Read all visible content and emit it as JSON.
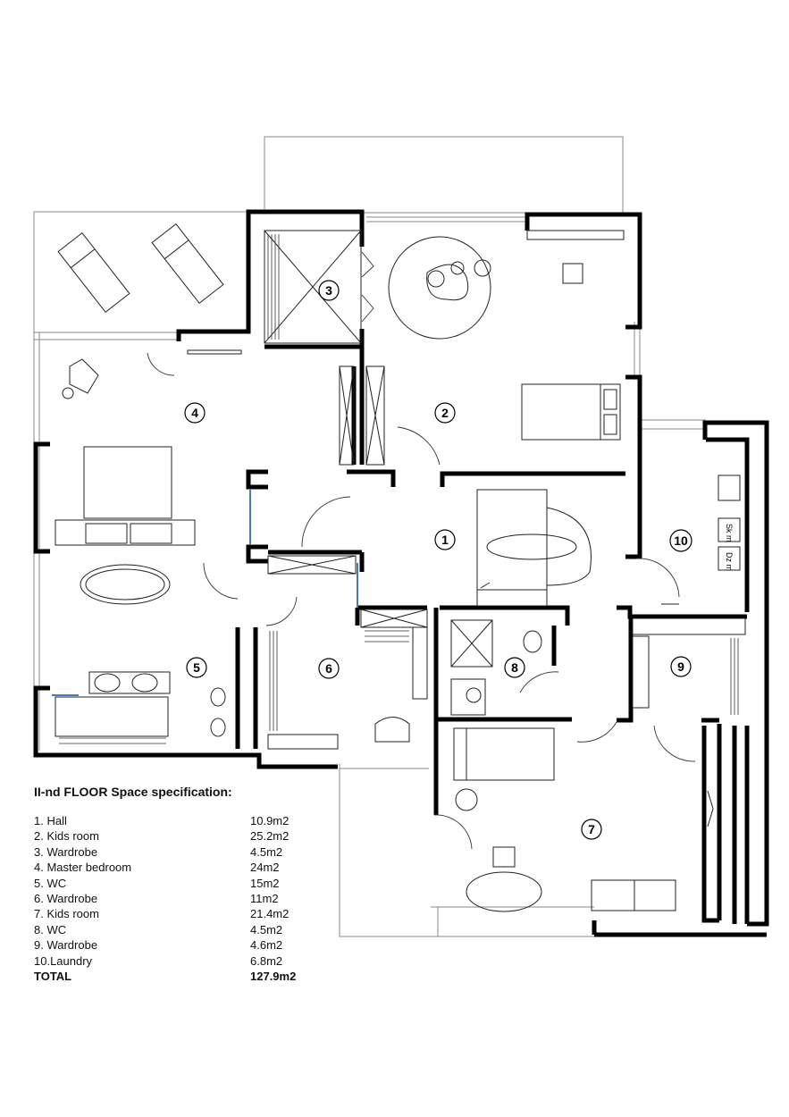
{
  "rooms": [
    {
      "num": "1"
    },
    {
      "num": "2"
    },
    {
      "num": "3"
    },
    {
      "num": "4"
    },
    {
      "num": "5"
    },
    {
      "num": "6"
    },
    {
      "num": "7"
    },
    {
      "num": "8"
    },
    {
      "num": "9"
    },
    {
      "num": "10"
    }
  ],
  "fixture_labels": {
    "sk": "Sk m",
    "dz": "Dz m"
  },
  "spec": {
    "title": "II-nd FLOOR Space specification:",
    "items": [
      {
        "name": "1.  Hall",
        "area": "10.9m2"
      },
      {
        "name": "2.  Kids room",
        "area": "25.2m2"
      },
      {
        "name": "3.  Wardrobe",
        "area": "4.5m2"
      },
      {
        "name": "4.  Master bedroom",
        "area": "24m2"
      },
      {
        "name": "5.  WC",
        "area": "15m2"
      },
      {
        "name": "6.  Wardrobe",
        "area": "11m2"
      },
      {
        "name": "7.  Kids room",
        "area": "21.4m2"
      },
      {
        "name": "8.  WC",
        "area": "4.5m2"
      },
      {
        "name": "9.  Wardrobe",
        "area": "4.6m2"
      },
      {
        "name": "10.Laundry",
        "area": "6.8m2"
      }
    ],
    "total_label": "TOTAL",
    "total_area": "127.9m2"
  }
}
